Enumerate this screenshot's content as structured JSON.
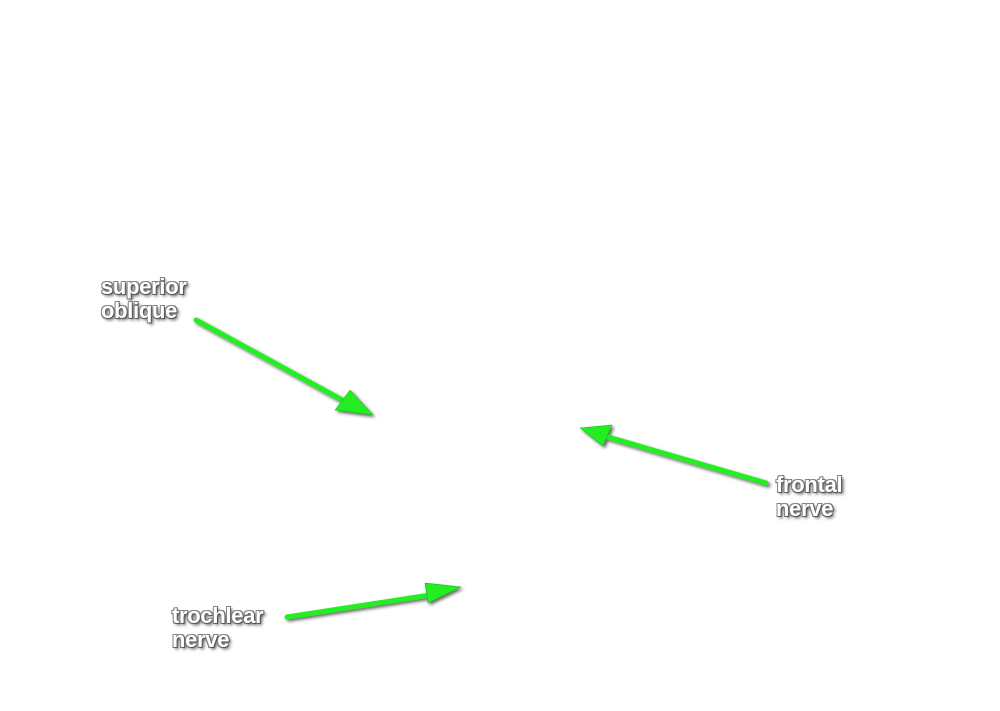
{
  "colors": {
    "background": "#ffffff",
    "arrow": "#22ee22",
    "label_text": "#ffffff"
  },
  "labels": {
    "superior_oblique": {
      "line1": "superior",
      "line2": "oblique"
    },
    "frontal_nerve": {
      "line1": "frontal",
      "line2": "nerve"
    },
    "trochlear_nerve": {
      "line1": "trochlear",
      "line2": "nerve"
    }
  }
}
